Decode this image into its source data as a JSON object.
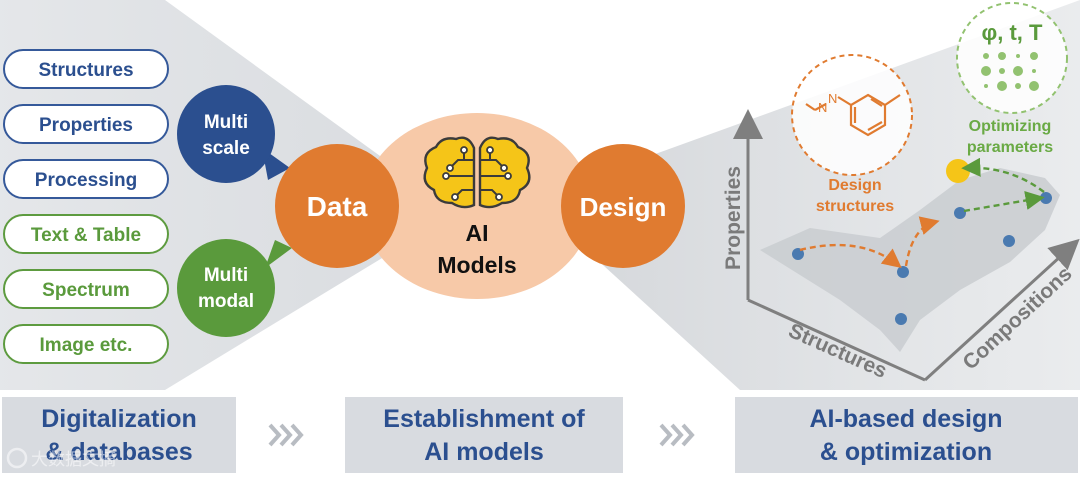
{
  "left_items": [
    {
      "label": "Structures",
      "group": "blue"
    },
    {
      "label": "Properties",
      "group": "blue"
    },
    {
      "label": "Processing",
      "group": "blue"
    },
    {
      "label": "Text & Table",
      "group": "green"
    },
    {
      "label": "Spectrum",
      "group": "green"
    },
    {
      "label": "Image etc.",
      "group": "green"
    }
  ],
  "multi_scale": {
    "line1": "Multi",
    "line2": "scale"
  },
  "multi_modal": {
    "line1": "Multi",
    "line2": "modal"
  },
  "data_label": "Data",
  "ai_models": {
    "line1": "AI",
    "line2": "Models"
  },
  "design_label": "Design",
  "design_structures": {
    "line1": "Design",
    "line2": "structures"
  },
  "params_symbols": "φ, t, T",
  "optimizing_parameters": {
    "line1": "Optimizing",
    "line2": "parameters"
  },
  "axes": {
    "y": "Properties",
    "x": "Structures",
    "z": "Compositions"
  },
  "stages": [
    {
      "line1": "Digitalization",
      "line2": "& databases"
    },
    {
      "line1": "Establishment of",
      "line2": "AI models"
    },
    {
      "line1": "AI-based design",
      "line2": "& optimization"
    }
  ],
  "watermark": "大数据文摘",
  "colors": {
    "blue_dark": "#2b4f8f",
    "blue_outline": "#35599a",
    "green": "#5a9a3c",
    "green_outline": "#5d9b3f",
    "orange": "#e07b30",
    "peach": "#f7c9a8",
    "yellow": "#f5c518",
    "dot_blue": "#4a7ab0",
    "light_green": "#92c270",
    "gray_band": "#d9dde3"
  }
}
